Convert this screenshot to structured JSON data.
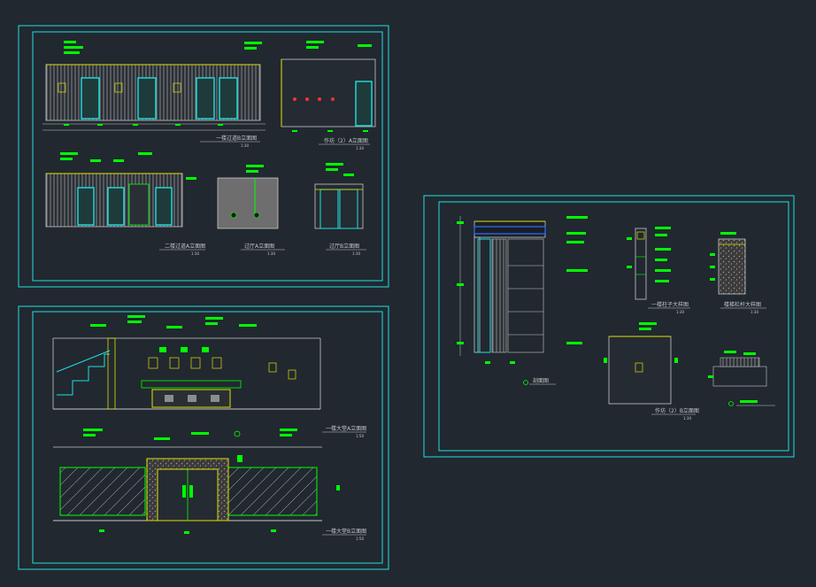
{
  "colors": {
    "background": "#212830",
    "frame": "#20e0e0",
    "dimension": "#00ff00",
    "wall": "#c8c8c8",
    "accent_yellow": "#e0e000",
    "accent_red": "#ff3030",
    "accent_blue": "#3070ff",
    "hatch": "#8c8c8c"
  },
  "sheets": [
    {
      "id": "sheet-1",
      "drawings": [
        {
          "title": "一楼过道B立面图",
          "scale": "1:30"
        },
        {
          "title": "作坊（2）A立面图",
          "scale": "1:30"
        },
        {
          "title": "二楼过道A立面图",
          "scale": "1:30"
        },
        {
          "title": "过厅A立面图",
          "scale": "1:30"
        },
        {
          "title": "过厅B立面图",
          "scale": "1:30"
        }
      ]
    },
    {
      "id": "sheet-2",
      "drawings": [
        {
          "title": "一楼大堂A立面图",
          "scale": "1:50"
        },
        {
          "title": "一楼大堂B立面图",
          "scale": "1:50"
        }
      ]
    },
    {
      "id": "sheet-3",
      "drawings": [
        {
          "title": "剖面图",
          "scale": ""
        },
        {
          "title": "一楼柱子大样图",
          "scale": "1:30"
        },
        {
          "title": "楼梯栏杆大样图",
          "scale": "1:30"
        },
        {
          "title": "作坊（2）B立面图",
          "scale": "1:30"
        }
      ]
    }
  ]
}
